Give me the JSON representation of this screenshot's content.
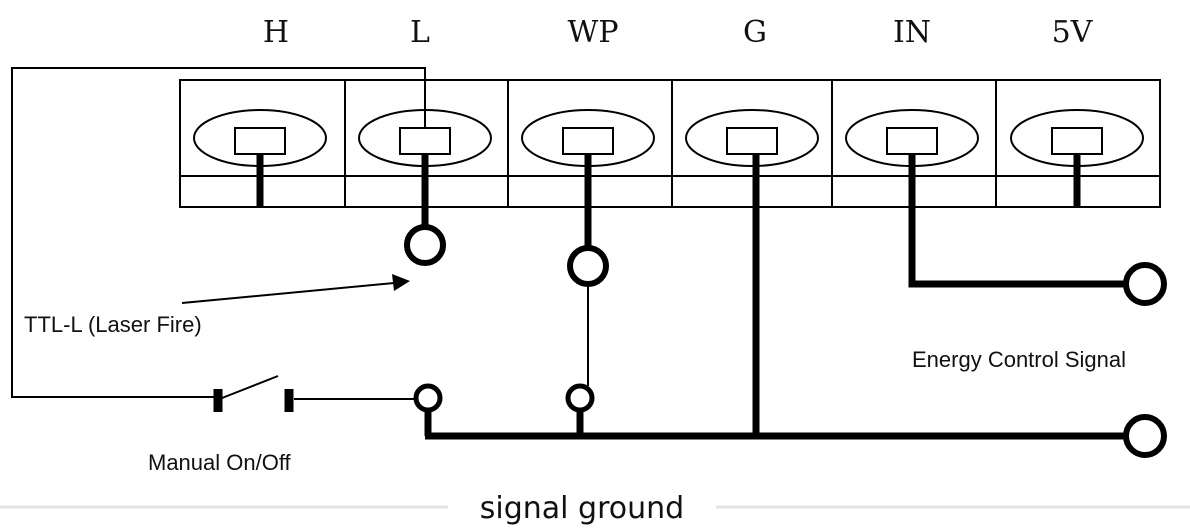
{
  "terminals": [
    {
      "id": "h",
      "label": "H"
    },
    {
      "id": "l",
      "label": "L"
    },
    {
      "id": "wp",
      "label": "WP"
    },
    {
      "id": "g",
      "label": "G"
    },
    {
      "id": "in",
      "label": "IN"
    },
    {
      "id": "5v",
      "label": "5V"
    }
  ],
  "annotations": {
    "ttl": "TTL-L (Laser Fire)",
    "energy": "Energy Control Signal",
    "manual": "Manual On/Off"
  },
  "footer": {
    "label": "signal ground"
  }
}
